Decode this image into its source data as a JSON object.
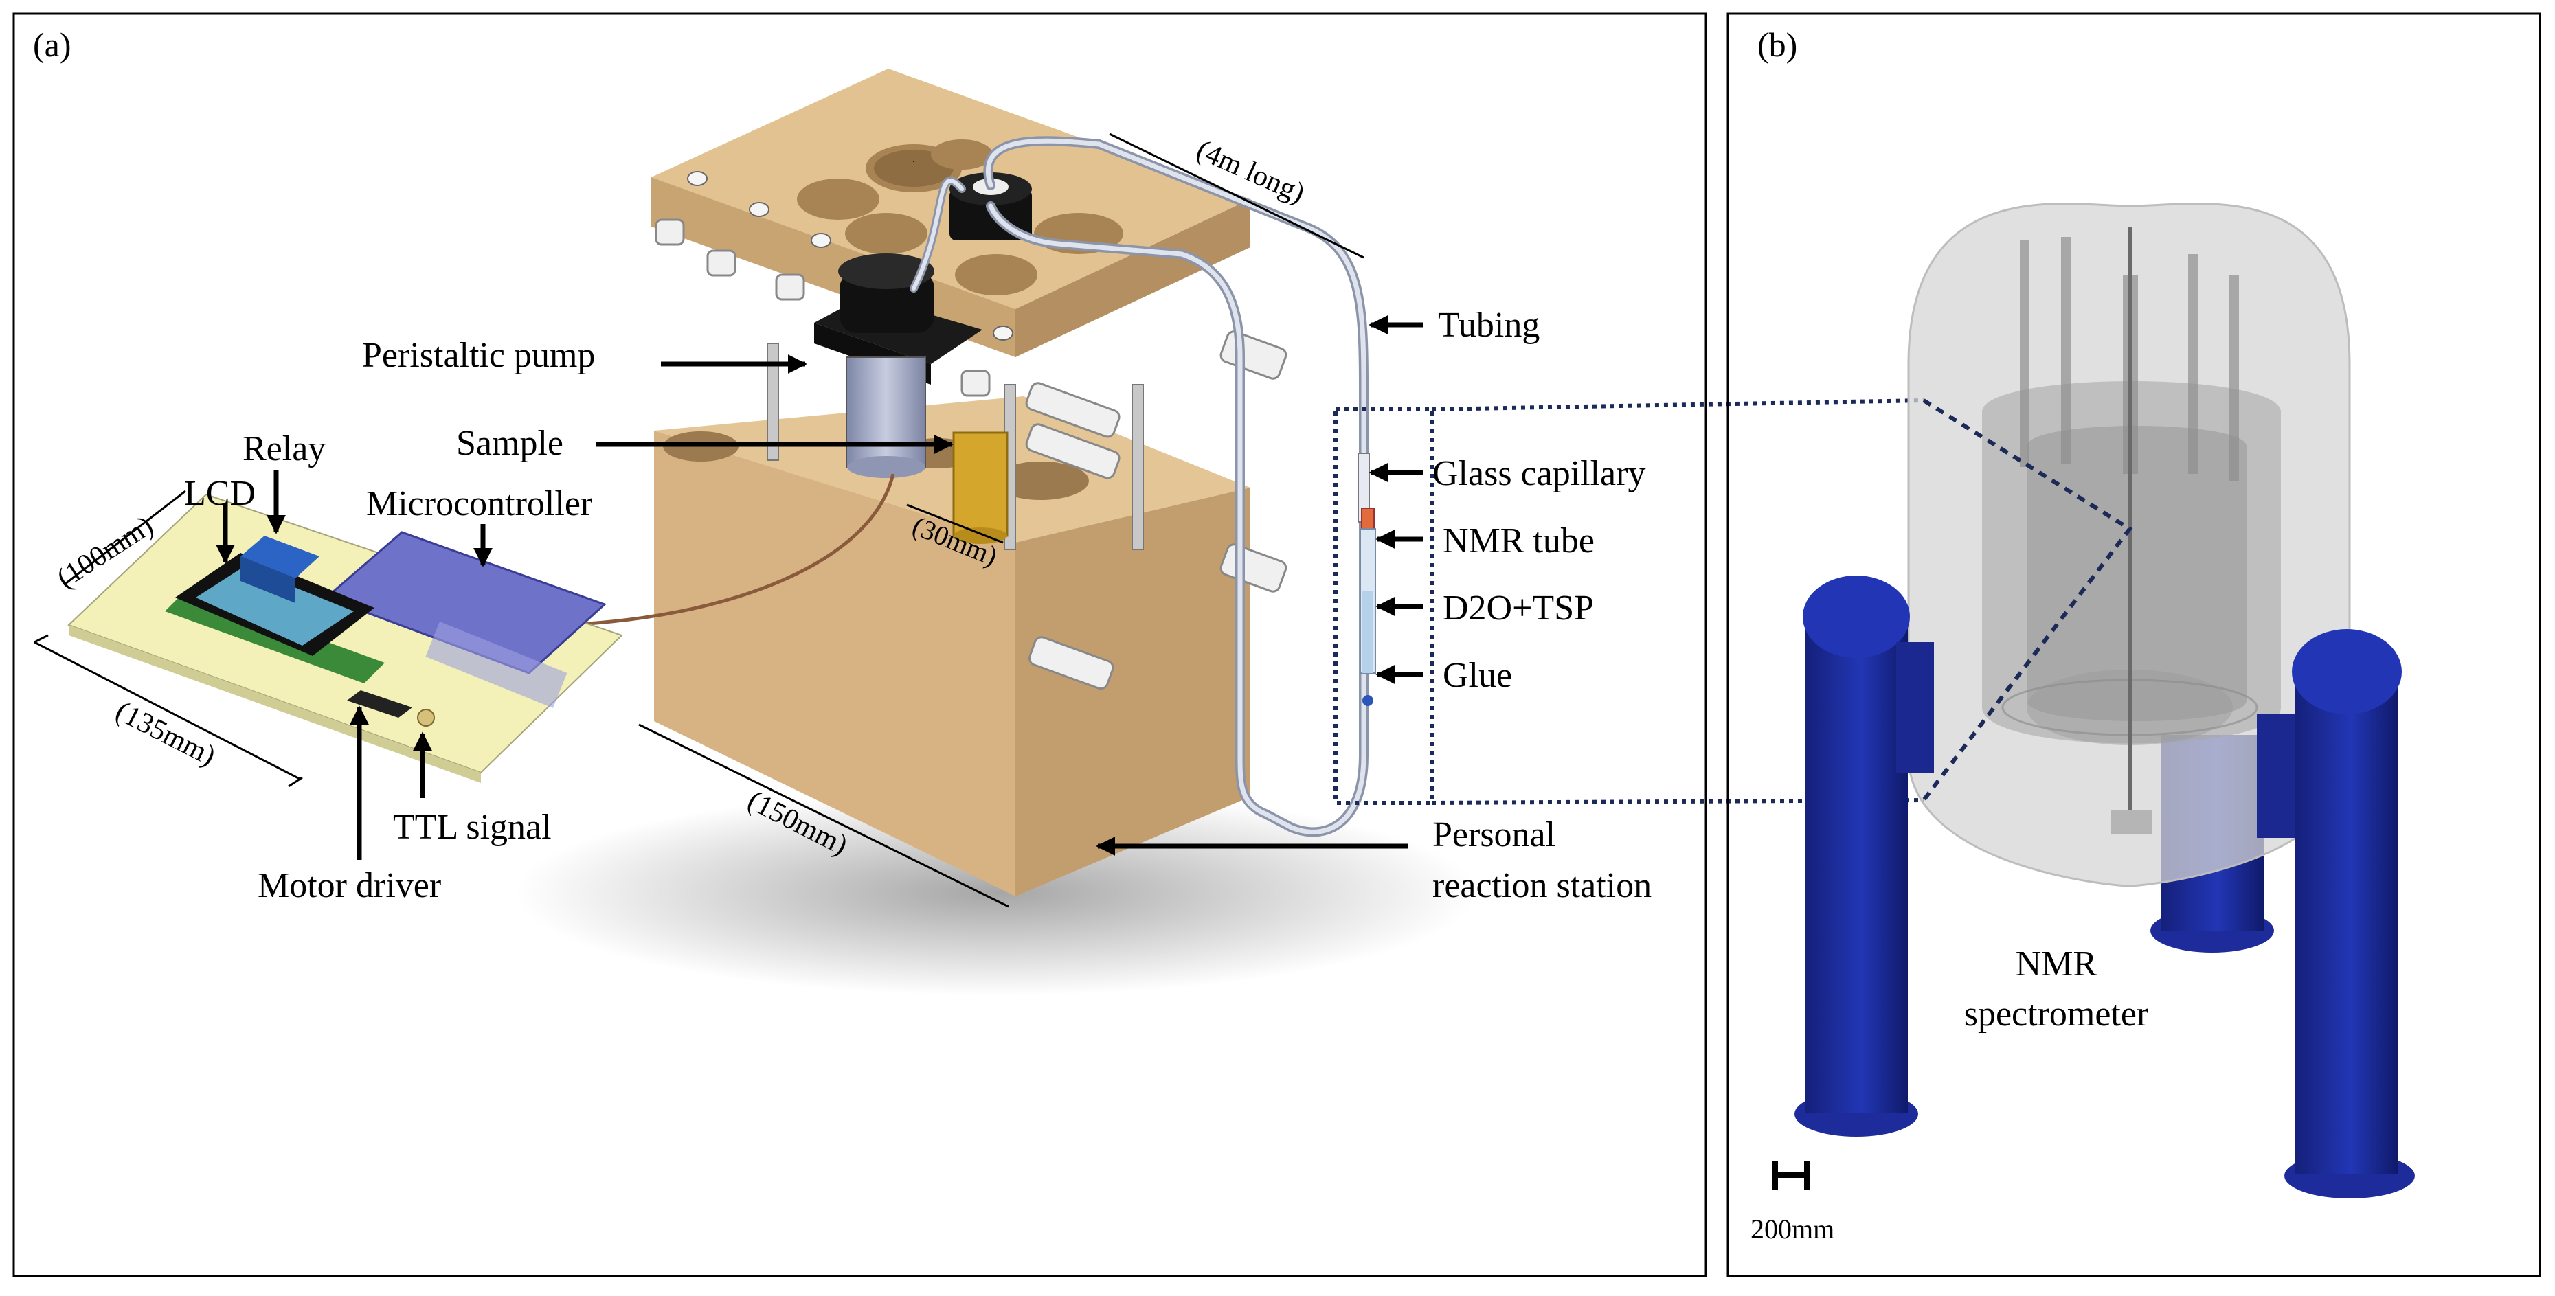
{
  "panel_a": {
    "tag": "(a)",
    "labels": {
      "peristaltic_pump": "Peristaltic pump",
      "sample": "Sample",
      "relay": "Relay",
      "lcd": "LCD",
      "microcontroller": "Microcontroller",
      "ttl_signal": "TTL signal",
      "motor_driver": "Motor driver",
      "tubing": "Tubing",
      "glass_capillary": "Glass capillary",
      "nmr_tube": "NMR tube",
      "d2o_tsp": "D2O+TSP",
      "glue": "Glue",
      "reaction_station_line1": "Personal",
      "reaction_station_line2": "reaction station"
    },
    "dimensions": {
      "board_depth": "(100mm)",
      "board_width": "(135mm)",
      "station_width": "(150mm)",
      "sample_height": "(30mm)",
      "tubing_length": "(4m long)"
    }
  },
  "panel_b": {
    "tag": "(b)",
    "spectrometer_line1": "NMR",
    "spectrometer_line2": "spectrometer",
    "scale_bar_label": "200mm"
  },
  "colors": {
    "wood": "#d7b383",
    "wood_dark": "#b48f62",
    "wood_light": "#e6c89c",
    "pcb": "#f3f1b7",
    "microcontroller": "#6f72c9",
    "lcd_screen": "#5ea7c6",
    "relay": "#2b64c4",
    "sample": "#d4a72c",
    "leg_blue": "#1d2b9b",
    "dome_gray": "#d6d6d6",
    "dotted_box": "#1b2a57"
  }
}
